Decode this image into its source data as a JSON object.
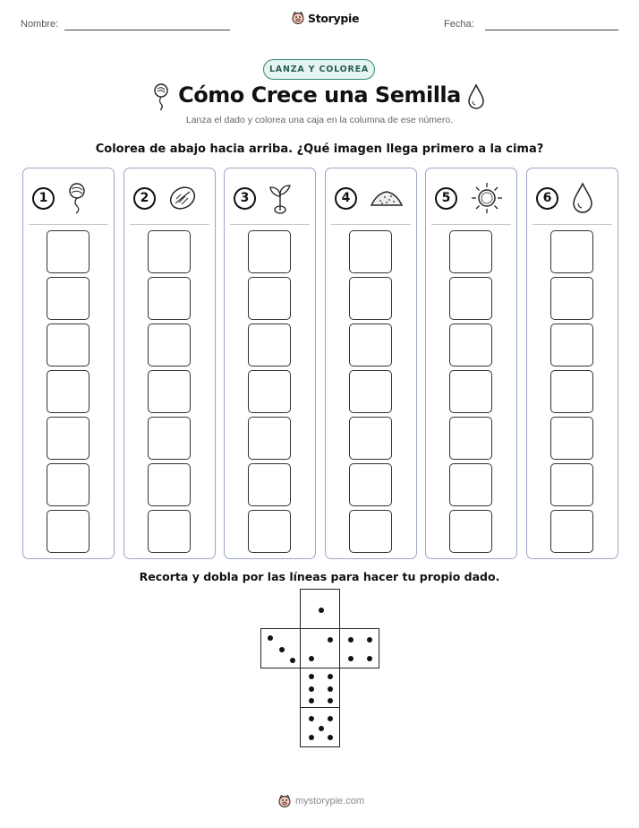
{
  "header": {
    "name_label": "Nombre:",
    "date_label": "Fecha:",
    "brand": "Storypie",
    "brand_icon": "pig-mascot-icon"
  },
  "tag": "LANZA Y COLOREA",
  "title": "Cómo Crece una Semilla",
  "title_icons": [
    "balloon-icon",
    "water-drop-icon"
  ],
  "subtitle": "Lanza el dado y colorea una caja en la columna de ese número.",
  "instruction": "Colorea de abajo hacia arriba. ¿Qué imagen llega primero a la cima?",
  "columns": [
    {
      "number": "1",
      "icon": "balloon-icon",
      "boxes": 7
    },
    {
      "number": "2",
      "icon": "seed-icon",
      "boxes": 7
    },
    {
      "number": "3",
      "icon": "sprout-icon",
      "boxes": 7
    },
    {
      "number": "4",
      "icon": "soil-pile-icon",
      "boxes": 7
    },
    {
      "number": "5",
      "icon": "sun-icon",
      "boxes": 7
    },
    {
      "number": "6",
      "icon": "water-drop-icon",
      "boxes": 7
    }
  ],
  "dice_instruction": "Recorta y dobla por las líneas para hacer tu propio dado.",
  "dice_faces": [
    1,
    3,
    2,
    4,
    6,
    5
  ],
  "footer": {
    "url": "mystorypie.com",
    "icon": "pig-mascot-icon"
  },
  "colors": {
    "accent": "#2e8a7a",
    "tag_bg": "#e6f4f1",
    "column_border": "#9aa6c4"
  }
}
